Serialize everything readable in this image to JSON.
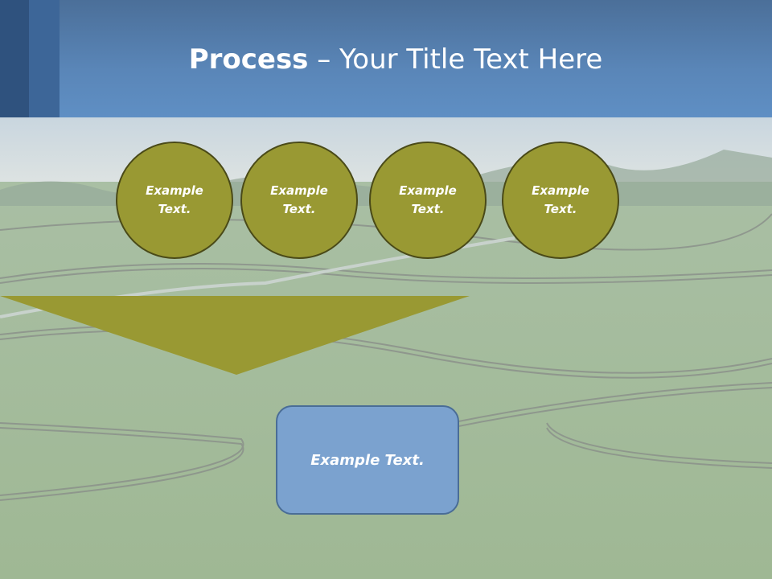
{
  "slide": {
    "title_bold": "Process",
    "title_rest": " – Your Title Text Here"
  },
  "process": {
    "steps": [
      {
        "label": "Example Text."
      },
      {
        "label": "Example Text."
      },
      {
        "label": "Example Text."
      },
      {
        "label": "Example Text."
      }
    ],
    "result_label": "Example Text."
  },
  "colors": {
    "header_blue": "#5a86b8",
    "circle_fill": "#999933",
    "circle_border": "#4a4a18",
    "funnel_fill": "#999933",
    "result_fill": "#7ba2cf",
    "result_border": "#4a6d96"
  }
}
